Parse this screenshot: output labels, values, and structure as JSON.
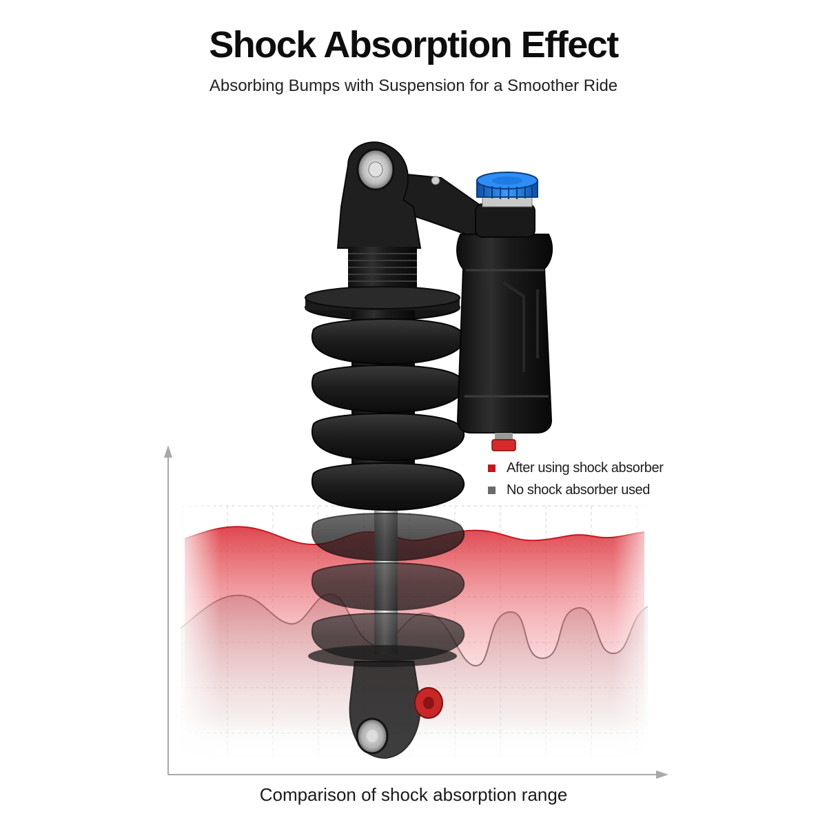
{
  "header": {
    "title": "Shock Absorption Effect",
    "subtitle": "Absorbing Bumps with Suspension for a Smoother Ride"
  },
  "legend": {
    "items": [
      {
        "label": "After using shock absorber",
        "color": "#c8161d"
      },
      {
        "label": "No shock absorber used",
        "color": "#6b6b6b"
      }
    ]
  },
  "footer": {
    "caption": "Comparison of shock absorption range"
  },
  "colors": {
    "reservoir_dial": "#1f7be6",
    "valve_cap": "#d82a2a",
    "rebound_knob": "#c92727",
    "body": "#1a1a1a"
  },
  "product": {
    "icon": "rear-shock-absorber-icon"
  }
}
